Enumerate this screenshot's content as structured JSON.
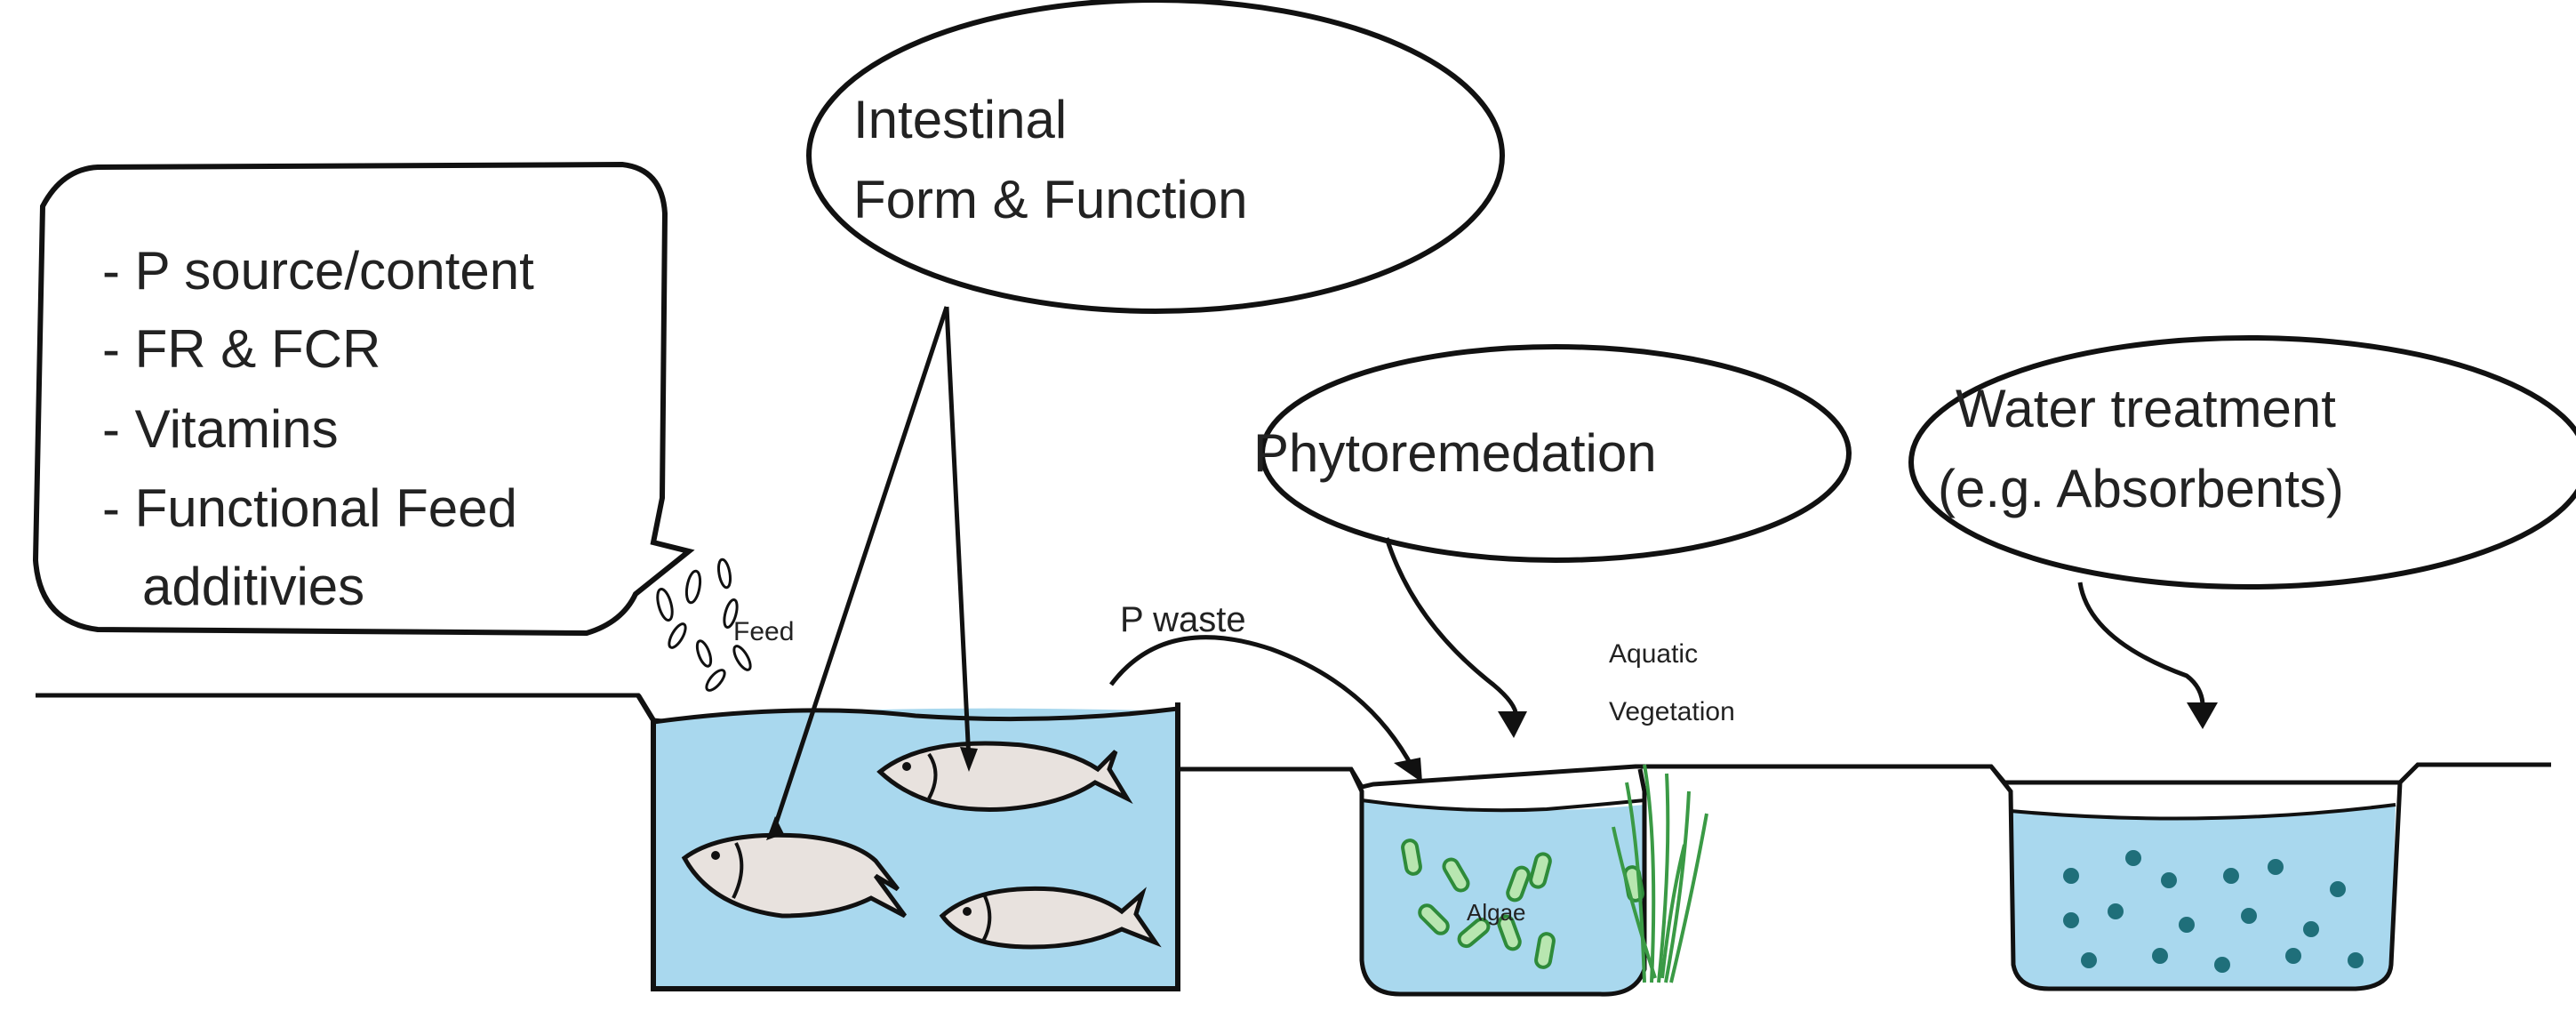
{
  "diagram": {
    "feed_bubble": {
      "lines": [
        "- P source/content",
        "- FR & FCR",
        "- Vitamins",
        "- Functional Feed",
        "additivies"
      ]
    },
    "intestinal_bubble": {
      "lines": [
        "Intestinal",
        "Form & Function"
      ]
    },
    "phyto_bubble": {
      "text": "Phytoremedation"
    },
    "water_bubble": {
      "lines": [
        "Water treatment",
        "(e.g. Absorbents)"
      ]
    },
    "labels": {
      "feed": "Feed",
      "p_waste": "P waste",
      "aquatic_vegetation": [
        "Aquatic",
        "Vegetation"
      ],
      "algae": "Algae"
    },
    "colors": {
      "water": "#a9d8ee",
      "fish_body": "#e8e2de",
      "algae": "#2e8b3a",
      "vegetation": "#3a9a45",
      "particles": "#1f6f7a",
      "outline": "#111111"
    }
  }
}
